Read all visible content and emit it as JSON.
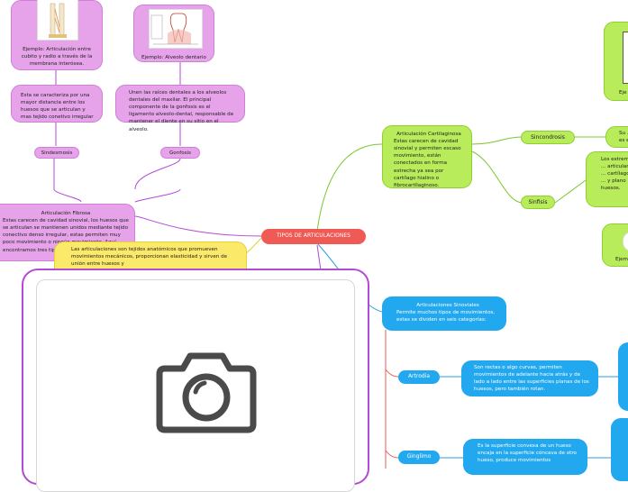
{
  "center": "TIPOS DE ARTICULACIONES",
  "fibrosa": {
    "title": "Articulación Fibrosa",
    "text": "Estas carecen de cavidad sinovial, los huesos que se articulan se mantienen unidos mediante tejido conectivo denso irregular, estas permiten muy poco movimiento o ningún movimiento. Aquí encontramos tres tipos de articulaciones:",
    "sindesmosis": "Sindesmosis",
    "sindesmosis_desc": "Esta se caracteriza por una mayor distancia entre los huesos que se articulan y mas tejido conetivo irregular",
    "sindesmosis_example": "Ejemplo: Articulación entre cubito y radio a través de la membrana interósea.",
    "gonfosis": "Gonfosis",
    "gonfosis_desc": "Unen las raíces dentales a los alveolos dentales del maxilar. El principal componente de la gonfosis es el ligamento alveolo-dental, responsable de mantener el diente en su sitio en el alveolo.",
    "gonfosis_example": "Ejemplo: Alveolo dentario"
  },
  "intro": "Las articulaciones son tejidos anatómicos que promueven movimientos mecánicos, proporcionan elasticidad y sirven de unión entre huesos y",
  "cartilaginosa": {
    "title": "Articulación Cartilaginosa",
    "text": "Estas carecen de cavidad sinovial y permiten escaso movimiento, están conectados en forma estrecha ya sea por cartílago hialino o fibrocartílaginoso.",
    "sincondrosis": "Sincondrosis",
    "sincondrosis_desc": "Su ... es el ...",
    "sinfisis": "Sinfisis",
    "sinfisis_desc": "Los extremos ... articulan ... cartílago ... y plano ... huesos.",
    "example1": "Eje",
    "example2": "Ejem"
  },
  "sinoviales": {
    "title": "Articulaciones Sinoviales",
    "text": "Permite muchos tipos de movimientos, estas se dividen en seis categorías:",
    "artrodia": "Artrodia",
    "artrodia_desc": "Son rectas o algo curvas, permiten movimientos de adelante hacia atrás y de lado a lado entre las superficies planas de los huesos, pero también rotan.",
    "ginglimo": "Ginglimo",
    "ginglimo_desc": "Es la superficie convexa de un hueso encaja en la superficie cóncava de otro hueso, produce movimientos"
  },
  "colors": {
    "purple": "#e6a3ea",
    "green": "#b8ec5a",
    "blue": "#22a8ef",
    "yellow": "#fbe96a",
    "red": "#f05a55",
    "line_purple": "#b34ad6",
    "line_green": "#7cc52e",
    "line_red": "#e85b50"
  },
  "icons": [
    "camera-icon"
  ]
}
